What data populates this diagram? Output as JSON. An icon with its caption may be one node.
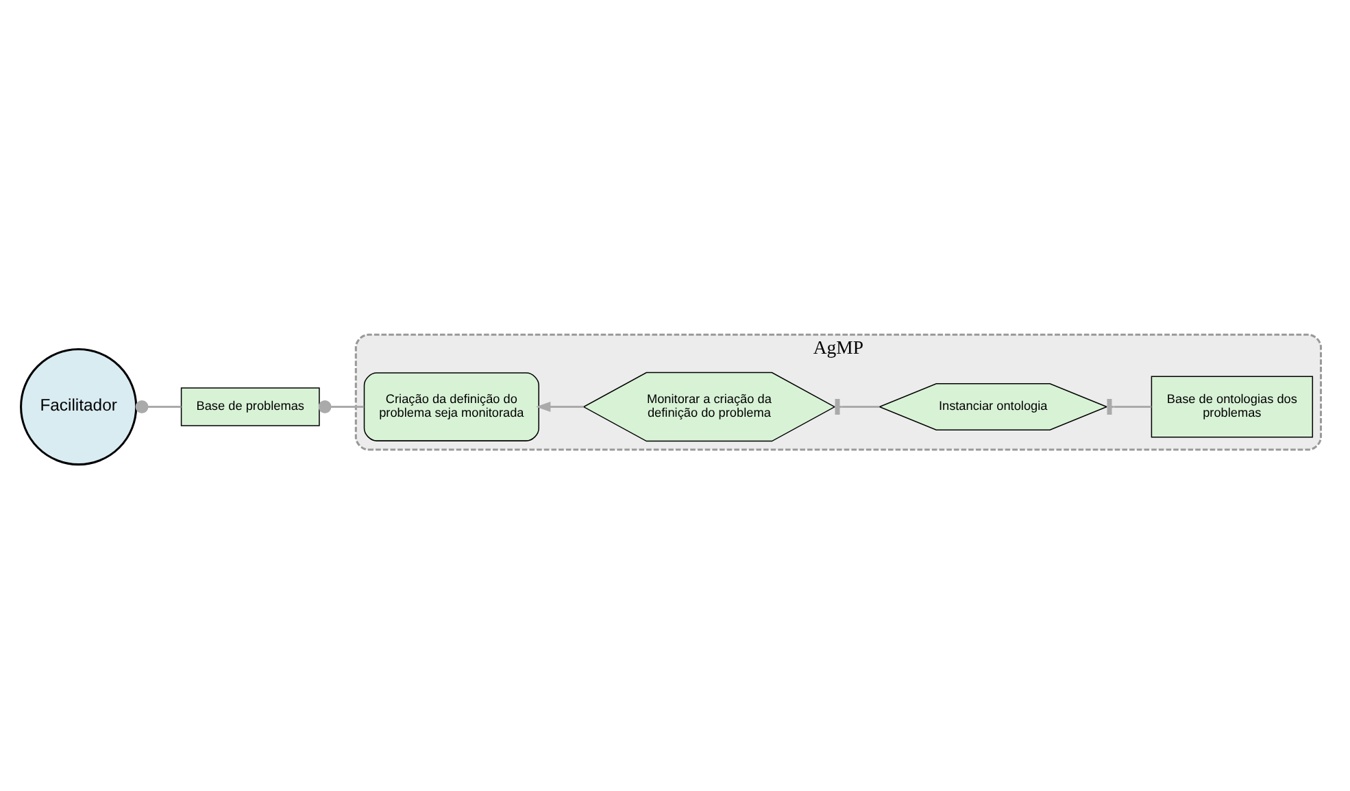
{
  "diagram": {
    "nodes": [
      {
        "text": [
          "Facilitador"
        ]
      },
      {
        "text": [
          "Base de problemas"
        ]
      },
      {
        "text": [
          "AgMP"
        ]
      },
      {
        "text": [
          "Criação da definição do problema seja monitorada"
        ],
        "in": 2
      },
      {
        "text": [
          "Instanciar ontologia"
        ],
        "in": 2
      },
      {
        "text": [
          "Monitorar a criação da definição do problema"
        ],
        "in": 2
      },
      {
        "text": [
          "Base de ontologias dos problemas"
        ],
        "in": 2
      }
    ],
    "edges": [
      {
        "from": 1,
        "to": 0,
        "arrow": "other"
      },
      {
        "from": 3,
        "to": 1,
        "arrow": "other"
      },
      {
        "from": 5,
        "to": 3,
        "arrow": "to"
      },
      {
        "from": 4,
        "to": 5,
        "arrow": "other"
      },
      {
        "from": 6,
        "to": 4,
        "arrow": "other"
      }
    ]
  }
}
